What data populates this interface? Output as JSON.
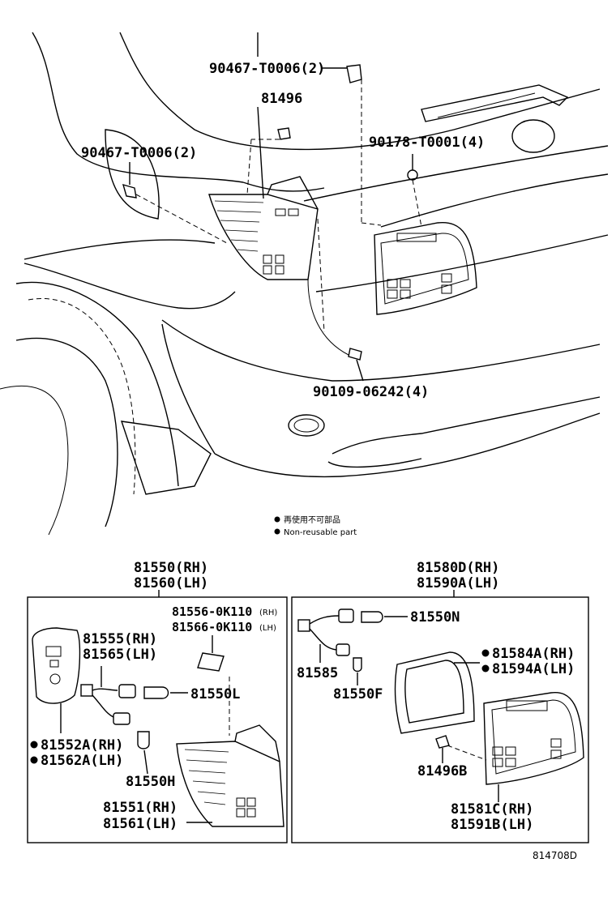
{
  "callouts": {
    "clip_top": "90467-T0006(2)",
    "retainer": "81496",
    "clip_side": "90467-T0006(2)",
    "nut": "90178-T0001(4)",
    "screw": "90109-06242(4)"
  },
  "legend": {
    "japanese": "再使用不可部品",
    "english": "Non-reusable part"
  },
  "left_box": {
    "title_rh": "81550(RH)",
    "title_lh": "81560(LH)",
    "label_rh": "81556-0K110",
    "label_rh_side": "(RH)",
    "label_lh": "81566-0K110",
    "label_lh_side": "(LH)",
    "socket_rh": "81555(RH)",
    "socket_lh": "81565(LH)",
    "bulb_l": "81550L",
    "gasket_rh": "81552A(RH)",
    "gasket_lh": "81562A(LH)",
    "bulb_h": "81550H",
    "lens_rh": "81551(RH)",
    "lens_lh": "81561(LH)"
  },
  "right_box": {
    "title_rh": "81580D(RH)",
    "title_lh": "81590A(LH)",
    "bulb_n": "81550N",
    "socket": "81585",
    "gasket_rh": "81584A(RH)",
    "gasket_lh": "81594A(LH)",
    "bulb_f": "81550F",
    "retainer_b": "81496B",
    "lens_rh": "81581C(RH)",
    "lens_lh": "81591B(LH)"
  },
  "drawing_id": "814708D"
}
